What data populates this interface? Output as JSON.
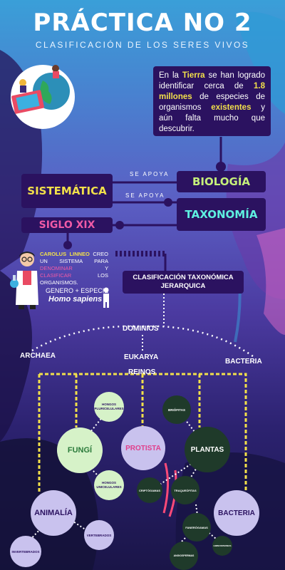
{
  "header": {
    "title": "PRÁCTICA NO 2",
    "subtitle": "CLASIFICACIÓN DE LOS SERES VIVOS"
  },
  "intro": {
    "t1": "En la ",
    "t2": "Tierra",
    "t3": " se han logrado identificar cerca de ",
    "t4": "1.8 millones",
    "t5": " de especies de organismos ",
    "t6": "existentes",
    "t7": " y aún falta mucho que descubrir."
  },
  "concepts": {
    "sistematica": "SISTEMÁTICA",
    "biologia": "BIOLOGÍA",
    "taxonomia": "TAXONOMÍA",
    "siglo": "SIGLO XIX",
    "se_apoya_1": "SE APOYA",
    "se_apoya_2": "SE APOYA"
  },
  "linneo": {
    "name": "CAROLUS LINNEO",
    "t1": " CREO UN SISTEMA PARA ",
    "denominar": "DENOMINAR",
    "t2": " Y ",
    "clasificar": "CLASIFICAR",
    "t3": " LOS ORGANISMOS.",
    "genero": "GENERO + ESPECIE",
    "example": "Homo sapiens"
  },
  "clasificacion": "CLASIFICACIÓN TAXONÓMICA JERARQUICA",
  "dominios": {
    "label": "DOMINIOS",
    "archaea": "ARCHAEA",
    "eukarya": "EUKARYA",
    "bacteria": "BACTERIA"
  },
  "reinos": {
    "label": "REINOS",
    "fungi": "FUNGÍ",
    "protista": "PROTISTA",
    "plantas": "PLANTAS",
    "animalia": "ANIMALÍA",
    "bacteria": "BACTERIA"
  },
  "sub": {
    "hongos_pluri": "HONGOS PLURICELULARES",
    "hongos_uni": "HONGOS UNICELULARES",
    "briofitas": "BRIÓFITAS",
    "criptogamas": "CRIPTÓGAMAS",
    "traqueofitas": "TRAQUEÓFITAS",
    "fanerogamas": "FANERÓGAMAS",
    "angiospermas": "ANGIOSPERMAS",
    "gimnospermas": "GIMNOSPERMAS",
    "vertebrados": "VERTEBRADOS",
    "invertebrados": "INVERTEBRADOS"
  },
  "colors": {
    "dark_box": "#2b1260",
    "yellow": "#f2e04a",
    "green": "#3ee07a",
    "pink": "#f05aa6",
    "light_green": "#d6f2c8",
    "lilac": "#c9c2ee",
    "dark_green": "#1f3a2a"
  }
}
